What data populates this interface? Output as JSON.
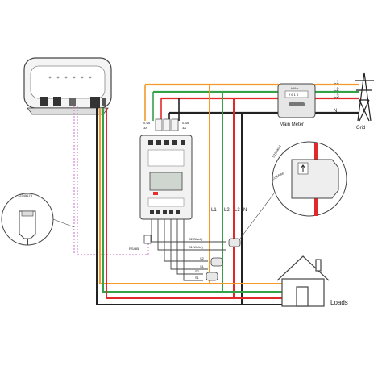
{
  "wiring_labels": {
    "l1": "L1",
    "l2": "L2",
    "l3": "L3",
    "n": "N"
  },
  "grid_lines": {
    "l1": "L1",
    "l2": "L2",
    "l3": "L3",
    "n": "N"
  },
  "main_meter": {
    "label": "Main Meter",
    "unit": "kW·h",
    "reading": "2 6 1 0"
  },
  "grid": {
    "label": "Grid"
  },
  "loads": {
    "label": "Loads"
  },
  "rs485": {
    "label": "RS485"
  },
  "rj45_pins": {
    "label": "12345678"
  },
  "ct_terminals": {
    "s2_black": "S2(Black)",
    "s1_white": "S1(White)",
    "s2": "S2",
    "s1": "S1"
  },
  "ct_detail": {
    "s2_black": "S2(Black)",
    "s1_white": "S1(White)"
  },
  "breaker_labels": {
    "left_top": "0.5A",
    "left_bottom": "3A",
    "right_top": "0.5A",
    "right_bottom": "3A"
  },
  "colors": {
    "l1": "#f39a2b",
    "l2": "#35a24a",
    "l3": "#e02a2a",
    "n": "#222222",
    "rs485": "#c870c8"
  }
}
